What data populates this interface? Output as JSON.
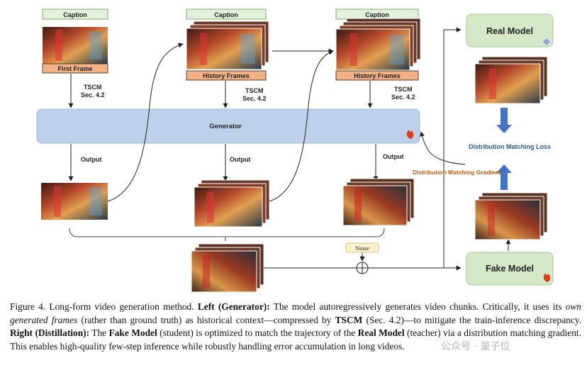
{
  "labels": {
    "caption_box": "Caption",
    "first_frame": "First Frame",
    "history_frames": "History Frames",
    "tscm": "TSCM",
    "sec": "Sec. 4.2",
    "generator": "Generator",
    "output": "Output",
    "noise": "Noise",
    "real_model": "Real Model",
    "fake_model": "Fake Model",
    "dm_loss": "Distribution Matching Loss",
    "dm_gradient": "Distribution Matching Gradient"
  },
  "figure_caption": {
    "fig_label": "Figure 4.",
    "intro": " Long-form video generation method. ",
    "left_head": "Left (Generator):",
    "t1": " The model autoregressively generates video chunks. Critically, it uses its ",
    "own_frames": "own generated frames",
    "t2": " (rather than ground truth) as historical context—compressed by ",
    "tscm": "TSCM",
    "t3": " (Sec. 4.2)—to mitigate the train-inference discrepancy. ",
    "right_head": "Right (Distillation):",
    "t4": " The ",
    "fake_model": "Fake Model",
    "t5": " (student) is optimized to match the trajectory of the ",
    "real_model": "Real Model",
    "t6": " (teacher) via a distribution matching gradient. This enables high-quality few-step inference while robustly handling error accumulation in long videos."
  },
  "watermark": "公众号 · 量子位",
  "colors": {
    "caption_box_fill": "#e3f1dc",
    "caption_box_stroke": "#7fae6e",
    "label_bar": "#f4b183",
    "generator_fill": "#bdd1ea",
    "model_fill": "#d5e8c8",
    "arrow_blue": "#4472c4",
    "gradient_text": "#c55a11",
    "loss_text": "#2f5597",
    "noise_fill": "#fff2cc"
  },
  "icons": [
    "flame-icon",
    "diamond-icon",
    "plus-circle-icon"
  ]
}
